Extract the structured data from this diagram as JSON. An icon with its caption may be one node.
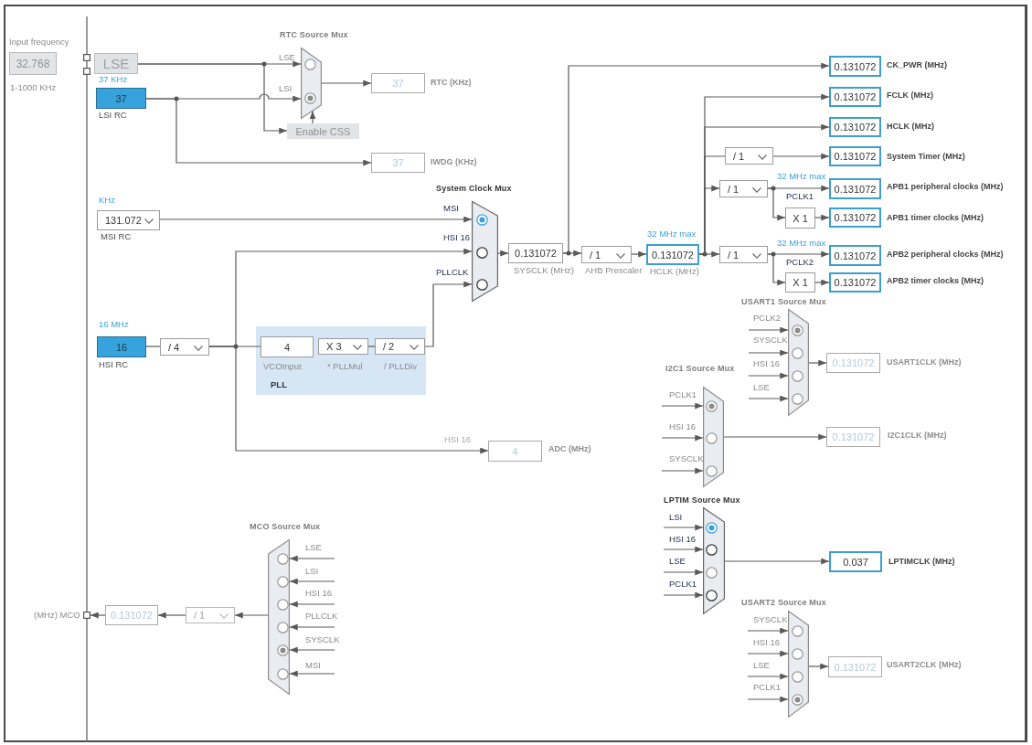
{
  "diagram": {
    "nodes": [
      {
        "text": [
          "Input frequency",
          "32.768"
        ],
        "beside": [
          "1-1000 KHz"
        ]
      },
      {
        "text": [
          "LSE"
        ]
      },
      {
        "text": [
          "37 KHz",
          "37"
        ],
        "beside": [
          "LSI RC"
        ]
      },
      {
        "text": [
          "RTC Source Mux"
        ]
      },
      {
        "text": [
          "37"
        ],
        "beside": [
          "RTC (KHz)"
        ]
      },
      {
        "text": [
          "Enable CSS"
        ]
      },
      {
        "text": [
          "37"
        ],
        "beside": [
          "IWDG (KHz)"
        ]
      },
      {
        "text": [
          "KHz",
          "131.072"
        ],
        "beside": [
          "MSI RC"
        ]
      },
      {
        "text": [
          "16 MHz",
          "16"
        ],
        "beside": [
          "HSI RC"
        ]
      },
      {
        "text": [
          "/ 4"
        ]
      },
      {
        "text": [
          "PLL"
        ]
      },
      {
        "text": [
          "4"
        ],
        "beside": [
          "VCOInput"
        ],
        "in": 10
      },
      {
        "text": [
          "X 3"
        ],
        "beside": [
          "* PLLMul"
        ],
        "in": 10
      },
      {
        "text": [
          "/ 2"
        ],
        "beside": [
          "/ PLLDiv"
        ],
        "in": 10
      },
      {
        "text": [
          "System Clock Mux"
        ]
      },
      {
        "text": [
          "0.131072"
        ],
        "beside": [
          "SYSCLK (MHz)"
        ]
      },
      {
        "text": [
          "/ 1"
        ],
        "beside": [
          "AHB Prescaler"
        ]
      },
      {
        "text": [
          "32 MHz max",
          "0.131072"
        ],
        "beside": [
          "HCLK (MHz)"
        ]
      },
      {
        "text": [
          "4"
        ],
        "beside": [
          "ADC (MHz)"
        ]
      },
      {
        "text": [
          "0.131072"
        ],
        "beside": [
          "CK_PWR (MHz)"
        ]
      },
      {
        "text": [
          "0.131072"
        ],
        "beside": [
          "FCLK (MHz)"
        ]
      },
      {
        "text": [
          "0.131072"
        ],
        "beside": [
          "HCLK (MHz)"
        ]
      },
      {
        "text": [
          "/ 1"
        ]
      },
      {
        "text": [
          "0.131072"
        ],
        "beside": [
          "System Timer (MHz)"
        ]
      },
      {
        "text": [
          "/ 1"
        ]
      },
      {
        "text": [
          "32 MHz max",
          "0.131072"
        ],
        "beside": [
          "APB1 peripheral clocks (MHz)"
        ]
      },
      {
        "text": [
          "X 1"
        ]
      },
      {
        "text": [
          "0.131072"
        ],
        "beside": [
          "APB1 timer clocks (MHz)"
        ]
      },
      {
        "text": [
          "/ 1"
        ]
      },
      {
        "text": [
          "32 MHz max",
          "0.131072"
        ],
        "beside": [
          "APB2 peripheral clocks (MHz)"
        ]
      },
      {
        "text": [
          "X 1"
        ]
      },
      {
        "text": [
          "0.131072"
        ],
        "beside": [
          "APB2 timer clocks (MHz)"
        ]
      },
      {
        "text": [
          "USART1 Source Mux"
        ]
      },
      {
        "text": [
          "0.131072"
        ],
        "beside": [
          "USART1CLK (MHz)"
        ]
      },
      {
        "text": [
          "I2C1 Source Mux"
        ]
      },
      {
        "text": [
          "0.131072"
        ],
        "beside": [
          "I2C1CLK (MHz)"
        ]
      },
      {
        "text": [
          "LPTIM Source Mux"
        ]
      },
      {
        "text": [
          "0.037"
        ],
        "beside": [
          "LPTIMCLK (MHz)"
        ]
      },
      {
        "text": [
          "USART2 Source Mux"
        ]
      },
      {
        "text": [
          "0.131072"
        ],
        "beside": [
          "USART2CLK (MHz)"
        ]
      },
      {
        "text": [
          "MCO Source Mux"
        ]
      },
      {
        "text": [
          "/ 1"
        ]
      },
      {
        "text": [
          "0.131072"
        ]
      },
      {
        "text": [
          "(MHz) MCO"
        ]
      }
    ],
    "edges": [
      {
        "from": 1,
        "to": 3,
        "arrow": "to",
        "label": "LSE"
      },
      {
        "from": 1,
        "to": 5,
        "arrow": "to"
      },
      {
        "from": 5,
        "to": 3,
        "arrow": "to"
      },
      {
        "from": 2,
        "to": 3,
        "arrow": "to",
        "label": "LSI"
      },
      {
        "from": 2,
        "to": 6,
        "arrow": "to"
      },
      {
        "from": 3,
        "to": 4,
        "arrow": "to"
      },
      {
        "from": 7,
        "to": 14,
        "arrow": "to",
        "label": "MSI"
      },
      {
        "from": 8,
        "to": 9,
        "arrow": "none"
      },
      {
        "from": 9,
        "to": 14,
        "arrow": "to",
        "label": "HSI 16"
      },
      {
        "from": 9,
        "to": 11,
        "arrow": "none"
      },
      {
        "from": 9,
        "to": 18,
        "arrow": "to",
        "label": "HSI 16"
      },
      {
        "from": 12,
        "to": 13,
        "arrow": "none"
      },
      {
        "from": 13,
        "to": 14,
        "arrow": "to",
        "label": "PLLCLK"
      },
      {
        "from": 14,
        "to": 15,
        "arrow": "to"
      },
      {
        "from": 15,
        "to": 16,
        "arrow": "to"
      },
      {
        "from": 15,
        "to": 19,
        "arrow": "to"
      },
      {
        "from": 16,
        "to": 17,
        "arrow": "to"
      },
      {
        "from": 17,
        "to": 20,
        "arrow": "to"
      },
      {
        "from": 17,
        "to": 21,
        "arrow": "to"
      },
      {
        "from": 17,
        "to": 22,
        "arrow": "none"
      },
      {
        "from": 22,
        "to": 23,
        "arrow": "to"
      },
      {
        "from": 17,
        "to": 24,
        "arrow": "to"
      },
      {
        "from": 24,
        "to": 25,
        "arrow": "to",
        "label": "PCLK1"
      },
      {
        "from": 24,
        "to": 26,
        "arrow": "to"
      },
      {
        "from": 26,
        "to": 27,
        "arrow": "to"
      },
      {
        "from": 17,
        "to": 28,
        "arrow": "to"
      },
      {
        "from": 28,
        "to": 29,
        "arrow": "to",
        "label": "PCLK2"
      },
      {
        "from": 28,
        "to": 30,
        "arrow": "to"
      },
      {
        "from": 30,
        "to": 31,
        "arrow": "to"
      },
      {
        "from": null,
        "to": 32,
        "arrow": "to",
        "label": "PCLK2"
      },
      {
        "from": null,
        "to": 32,
        "arrow": "to",
        "label": "SYSCLK"
      },
      {
        "from": null,
        "to": 32,
        "arrow": "to",
        "label": "HSI 16"
      },
      {
        "from": null,
        "to": 32,
        "arrow": "to",
        "label": "LSE"
      },
      {
        "from": 32,
        "to": 33,
        "arrow": "to"
      },
      {
        "from": null,
        "to": 34,
        "arrow": "to",
        "label": "PCLK1"
      },
      {
        "from": null,
        "to": 34,
        "arrow": "to",
        "label": "HSI 16"
      },
      {
        "from": null,
        "to": 34,
        "arrow": "to",
        "label": "SYSCLK"
      },
      {
        "from": 34,
        "to": 35,
        "arrow": "to"
      },
      {
        "from": null,
        "to": 36,
        "arrow": "to",
        "label": "LSI"
      },
      {
        "from": null,
        "to": 36,
        "arrow": "to",
        "label": "HSI 16"
      },
      {
        "from": null,
        "to": 36,
        "arrow": "to",
        "label": "LSE"
      },
      {
        "from": null,
        "to": 36,
        "arrow": "to",
        "label": "PCLK1"
      },
      {
        "from": 36,
        "to": 37,
        "arrow": "to"
      },
      {
        "from": null,
        "to": 38,
        "arrow": "to",
        "label": "SYSCLK"
      },
      {
        "from": null,
        "to": 38,
        "arrow": "to",
        "label": "HSI 16"
      },
      {
        "from": null,
        "to": 38,
        "arrow": "to",
        "label": "LSE"
      },
      {
        "from": null,
        "to": 38,
        "arrow": "to",
        "label": "PCLK1"
      },
      {
        "from": 38,
        "to": 39,
        "arrow": "to"
      },
      {
        "from": null,
        "to": 40,
        "arrow": "to",
        "label": "LSE"
      },
      {
        "from": null,
        "to": 40,
        "arrow": "to",
        "label": "LSI"
      },
      {
        "from": null,
        "to": 40,
        "arrow": "to",
        "label": "HSI 16"
      },
      {
        "from": null,
        "to": 40,
        "arrow": "to",
        "label": "PLLCLK"
      },
      {
        "from": null,
        "to": 40,
        "arrow": "to",
        "label": "SYSCLK"
      },
      {
        "from": null,
        "to": 40,
        "arrow": "to",
        "label": "MSI"
      },
      {
        "from": 40,
        "to": 41,
        "arrow": "to"
      },
      {
        "from": 41,
        "to": 42,
        "arrow": "to"
      },
      {
        "from": 42,
        "to": 43,
        "arrow": "to"
      }
    ]
  }
}
